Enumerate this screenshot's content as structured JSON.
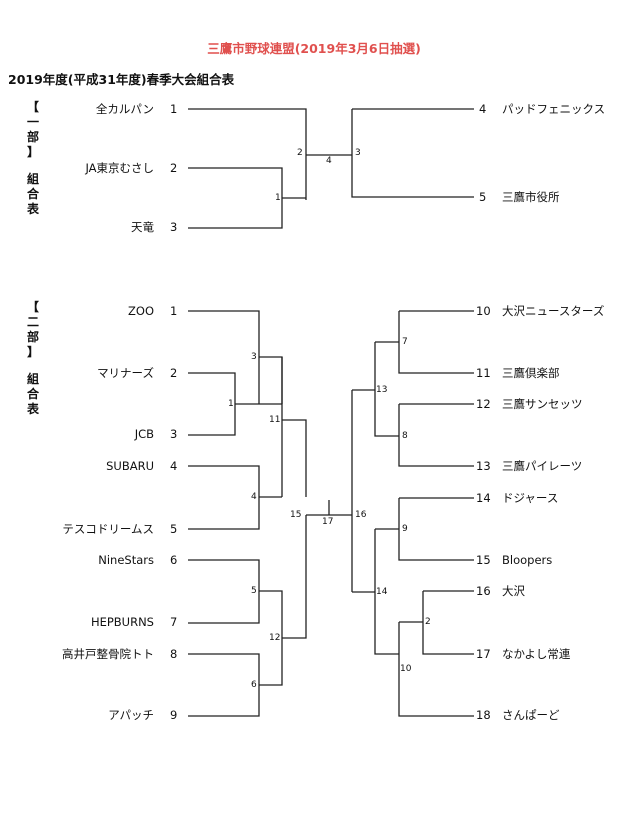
{
  "title": "三鷹市野球連盟(2019年3月6日抽選)",
  "subtitle": "2019年度(平成31年度)春季大会組合表",
  "divisions": [
    {
      "bracket_label": "【一部】",
      "group_label": "組合表",
      "left_teams": [
        {
          "seed": "1",
          "name": "全カルパン"
        },
        {
          "seed": "2",
          "name": "JA東京むさし"
        },
        {
          "seed": "3",
          "name": "天竜"
        }
      ],
      "right_teams": [
        {
          "seed": "4",
          "name": "パッドフェニックス"
        },
        {
          "seed": "5",
          "name": "三鷹市役所"
        }
      ],
      "match_numbers": [
        "1",
        "2",
        "3",
        "4"
      ]
    },
    {
      "bracket_label": "【二部】",
      "group_label": "組合表",
      "left_teams": [
        {
          "seed": "1",
          "name": "ZOO"
        },
        {
          "seed": "2",
          "name": "マリナーズ"
        },
        {
          "seed": "3",
          "name": "JCB"
        },
        {
          "seed": "4",
          "name": "SUBARU"
        },
        {
          "seed": "5",
          "name": "テスコドリームス"
        },
        {
          "seed": "6",
          "name": "NineStars"
        },
        {
          "seed": "7",
          "name": "HEPBURNS"
        },
        {
          "seed": "8",
          "name": "高井戸整骨院トト"
        },
        {
          "seed": "9",
          "name": "アパッチ"
        }
      ],
      "right_teams": [
        {
          "seed": "10",
          "name": "大沢ニュースターズ"
        },
        {
          "seed": "11",
          "name": "三鷹倶楽部"
        },
        {
          "seed": "12",
          "name": "三鷹サンセッツ"
        },
        {
          "seed": "13",
          "name": "三鷹パイレーツ"
        },
        {
          "seed": "14",
          "name": "ドジャース"
        },
        {
          "seed": "15",
          "name": "Bloopers"
        },
        {
          "seed": "16",
          "name": "大沢"
        },
        {
          "seed": "17",
          "name": "なかよし常連"
        },
        {
          "seed": "18",
          "name": "さんぱーど"
        }
      ],
      "match_numbers": [
        "1",
        "2",
        "3",
        "4",
        "5",
        "6",
        "7",
        "8",
        "9",
        "10",
        "11",
        "12",
        "13",
        "14",
        "15",
        "16",
        "17"
      ]
    }
  ]
}
